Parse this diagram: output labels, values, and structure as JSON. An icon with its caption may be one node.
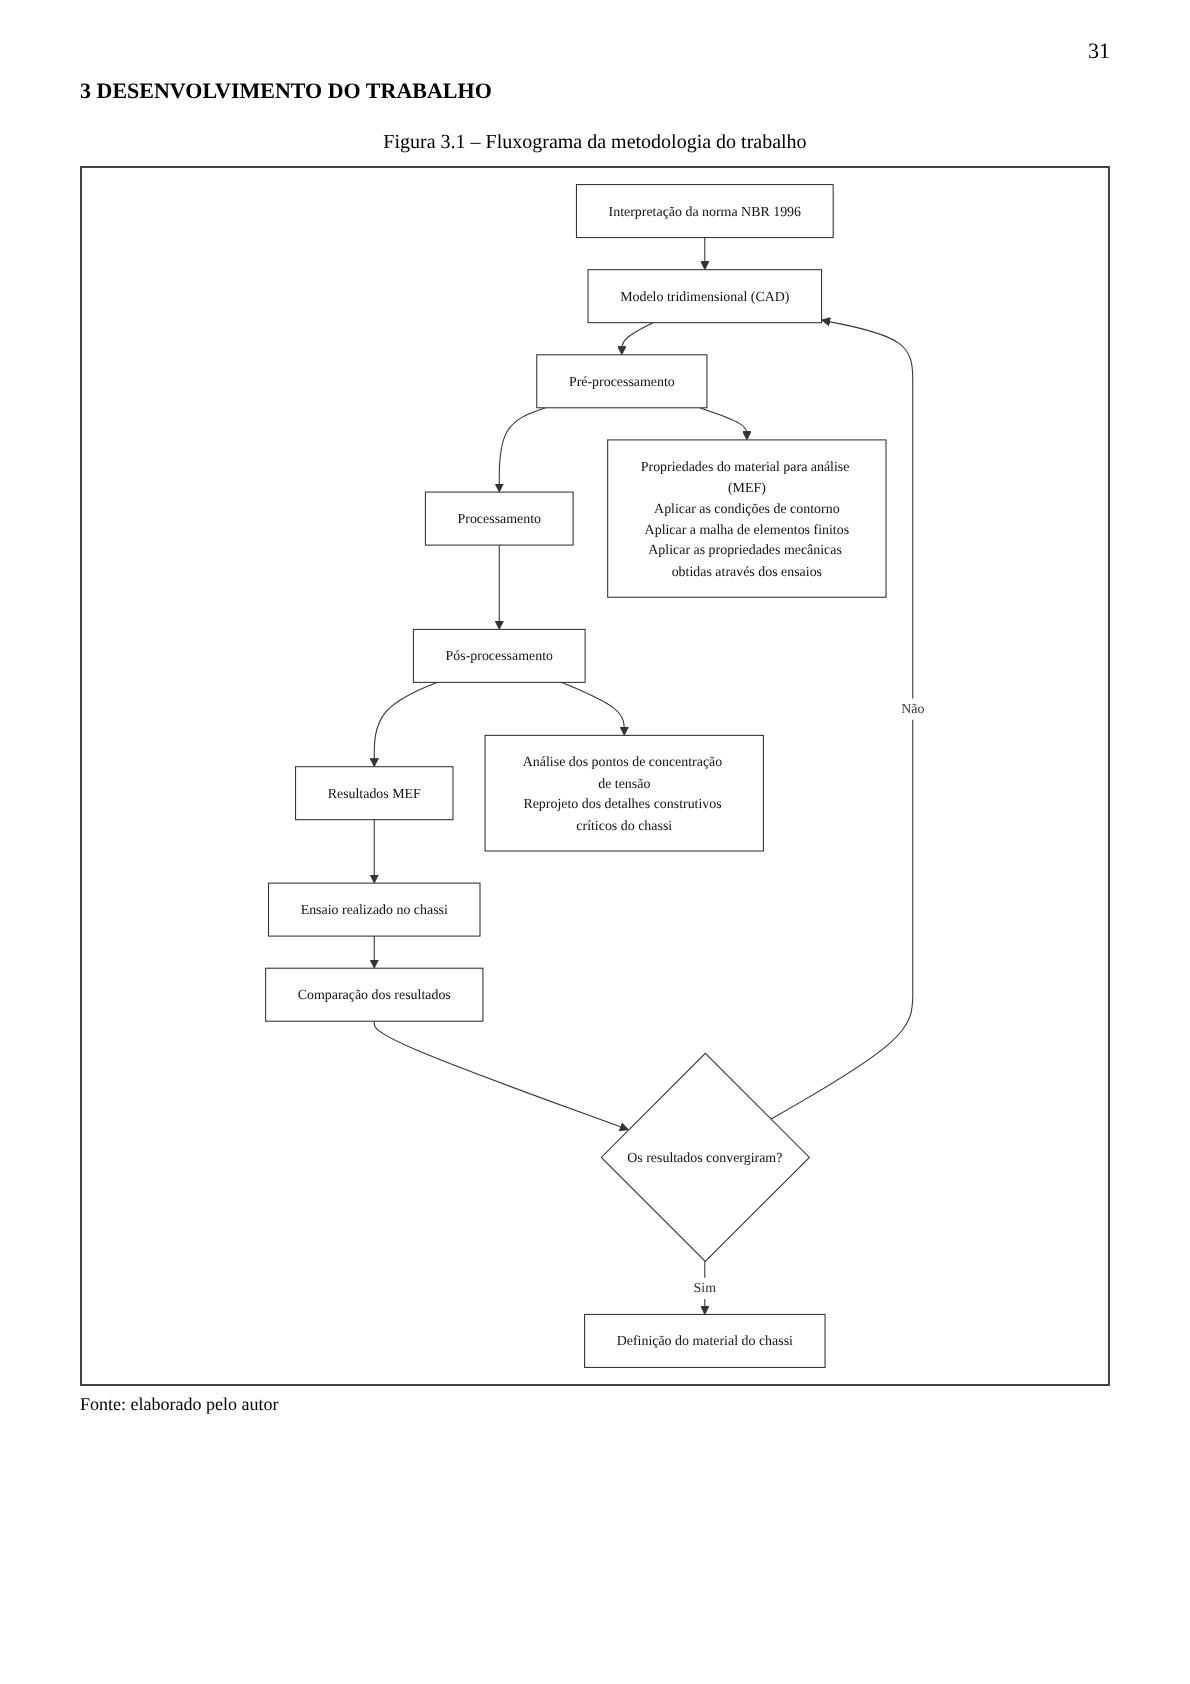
{
  "diagram": {
    "title": "Figura 3.1 – Fluxograma da metodologia do trabalho",
    "caption": "Fonte: elaborado pelo autor",
    "nodes": [
      {
        "text": [
          "Interpretação da norma NBR 1996"
        ]
      },
      {
        "text": [
          "Modelo tridimensional (CAD)"
        ]
      },
      {
        "text": [
          "Pré-processamento"
        ]
      },
      {
        "text": [
          "Processamento"
        ]
      },
      {
        "text": [
          "Pós-processamento"
        ]
      },
      {
        "text": [
          "Resultados MEF"
        ]
      },
      {
        "text": [
          "Ensaio realizado no chassi"
        ]
      },
      {
        "text": [
          "Propriedades do material para análise (MEF)",
          "Aplicar as condições de contorno",
          "Aplicar a malha de elementos finitos",
          "Aplicar as propriedades mecânicas obtidas através dos ensaios"
        ]
      },
      {
        "text": [
          "Análise dos pontos de concentração de tensão",
          "Reprojeto dos detalhes construtivos críticos do chassi"
        ]
      },
      {
        "text": [
          "Comparação dos resultados"
        ]
      },
      {
        "text": [
          "Os resultados convergiram?"
        ]
      },
      {
        "text": [
          "Definição do material do chassi"
        ]
      }
    ],
    "edges": [
      {
        "from": 0,
        "to": 1,
        "arrow": "to"
      },
      {
        "from": 1,
        "to": 2,
        "arrow": "to"
      },
      {
        "from": 2,
        "to": 3,
        "arrow": "to"
      },
      {
        "from": 3,
        "to": 4,
        "arrow": "to"
      },
      {
        "from": 4,
        "to": 5,
        "arrow": "to"
      },
      {
        "from": 5,
        "to": 6,
        "arrow": "to"
      },
      {
        "from": 2,
        "to": 7,
        "arrow": "to"
      },
      {
        "from": 4,
        "to": 8,
        "arrow": "to"
      },
      {
        "from": 6,
        "to": 9,
        "arrow": "to"
      },
      {
        "from": 9,
        "to": 10,
        "arrow": "to"
      },
      {
        "from": 10,
        "to": 11,
        "label": "Sim",
        "arrow": "to"
      },
      {
        "from": 10,
        "to": 1,
        "label": "Não",
        "arrow": "to"
      }
    ],
    "labels": [
      "31",
      "3 DESENVOLVIMENTO DO TRABALHO"
    ]
  }
}
